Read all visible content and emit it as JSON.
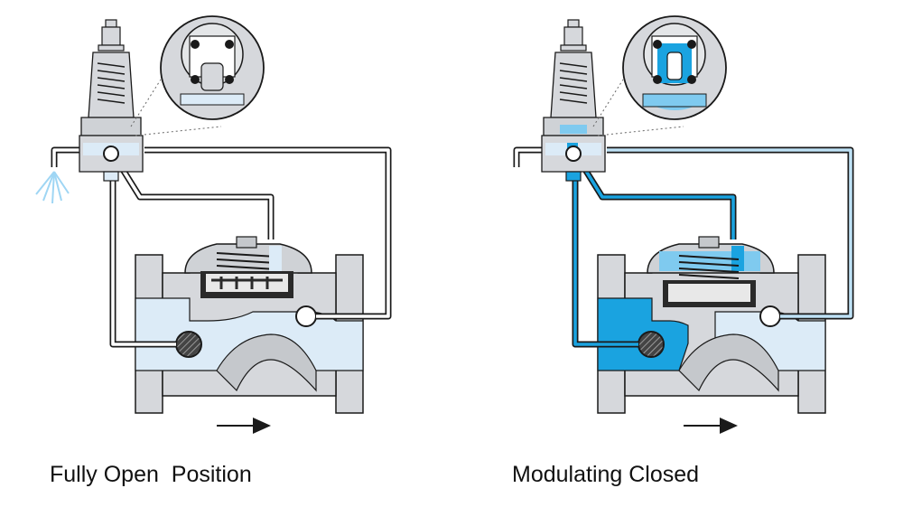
{
  "panels": [
    {
      "caption": "Fully Open  Position",
      "state": "open"
    },
    {
      "caption": "Modulating Closed",
      "state": "closed"
    }
  ],
  "colors": {
    "metal": "#d6d8dc",
    "metal_dark": "#9aa0a6",
    "outline": "#1a1a1a",
    "water_light": "#dcebf7",
    "water_dark": "#1aa3e0",
    "water_mid": "#7fcaef",
    "rubber": "#2a2a2a"
  },
  "icons": [
    "flow-arrow-icon",
    "spray-icon",
    "strainer-icon",
    "spring-icon"
  ]
}
